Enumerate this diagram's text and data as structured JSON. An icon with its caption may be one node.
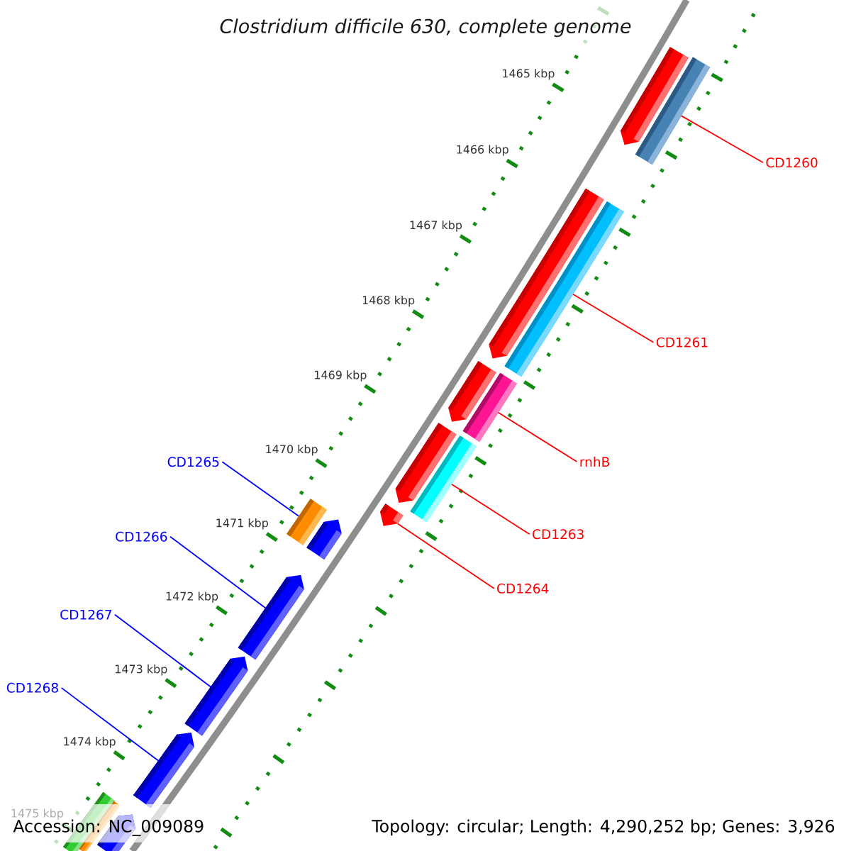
{
  "diagram": {
    "title": "Clostridium difficile 630, complete genome",
    "nodes": [
      {
        "text": [
          "CD1260"
        ]
      },
      {
        "text": [],
        "shape": "pentagon"
      },
      {
        "text": [],
        "shape": "bar"
      },
      {
        "text": [
          "CD1261"
        ]
      },
      {
        "text": [],
        "shape": "pentagon"
      },
      {
        "text": [],
        "shape": "bar"
      },
      {
        "text": [
          "rnhB"
        ]
      },
      {
        "text": [],
        "shape": "pentagon"
      },
      {
        "text": [],
        "shape": "bar"
      },
      {
        "text": [
          "CD1263"
        ]
      },
      {
        "text": [],
        "shape": "pentagon"
      },
      {
        "text": [],
        "shape": "bar"
      },
      {
        "text": [
          "CD1264"
        ]
      },
      {
        "text": [],
        "shape": "pentagon"
      },
      {
        "text": [
          "CD1265"
        ]
      },
      {
        "text": [],
        "shape": "bar"
      },
      {
        "text": [],
        "shape": "pentagon"
      },
      {
        "text": [
          "CD1266"
        ]
      },
      {
        "text": [],
        "shape": "pentagon"
      },
      {
        "text": [
          "CD1267"
        ]
      },
      {
        "text": [],
        "shape": "pentagon"
      },
      {
        "text": [
          "CD1268"
        ]
      },
      {
        "text": [],
        "shape": "pentagon"
      },
      {
        "text": [],
        "shape": "bar"
      },
      {
        "text": [],
        "shape": "bar"
      },
      {
        "text": [],
        "shape": "pentagon"
      }
    ],
    "edges": [
      {
        "from": 0,
        "to": 2,
        "arrow": "none"
      },
      {
        "from": 3,
        "to": 5,
        "arrow": "none"
      },
      {
        "from": 6,
        "to": 8,
        "arrow": "none"
      },
      {
        "from": 9,
        "to": 11,
        "arrow": "none"
      },
      {
        "from": 12,
        "to": 13,
        "arrow": "none"
      },
      {
        "from": 14,
        "to": 15,
        "arrow": "none",
        "color": "#0000ff"
      },
      {
        "from": 17,
        "to": 18,
        "arrow": "none",
        "color": "#0000ff"
      },
      {
        "from": 19,
        "to": 20,
        "arrow": "none",
        "color": "#0000ff"
      },
      {
        "from": 21,
        "to": 22,
        "arrow": "none",
        "color": "#0000ff"
      }
    ],
    "labels": [
      "1465 kbp",
      "1466 kbp",
      "1467 kbp",
      "1468 kbp",
      "1469 kbp",
      "1470 kbp",
      "1471 kbp",
      "1472 kbp",
      "1473 kbp",
      "1474 kbp",
      "1475 kbp",
      "Accession: NC_009089",
      "Topology: circular; Length: 4,290,252 bp; Genes: 3,926"
    ]
  }
}
